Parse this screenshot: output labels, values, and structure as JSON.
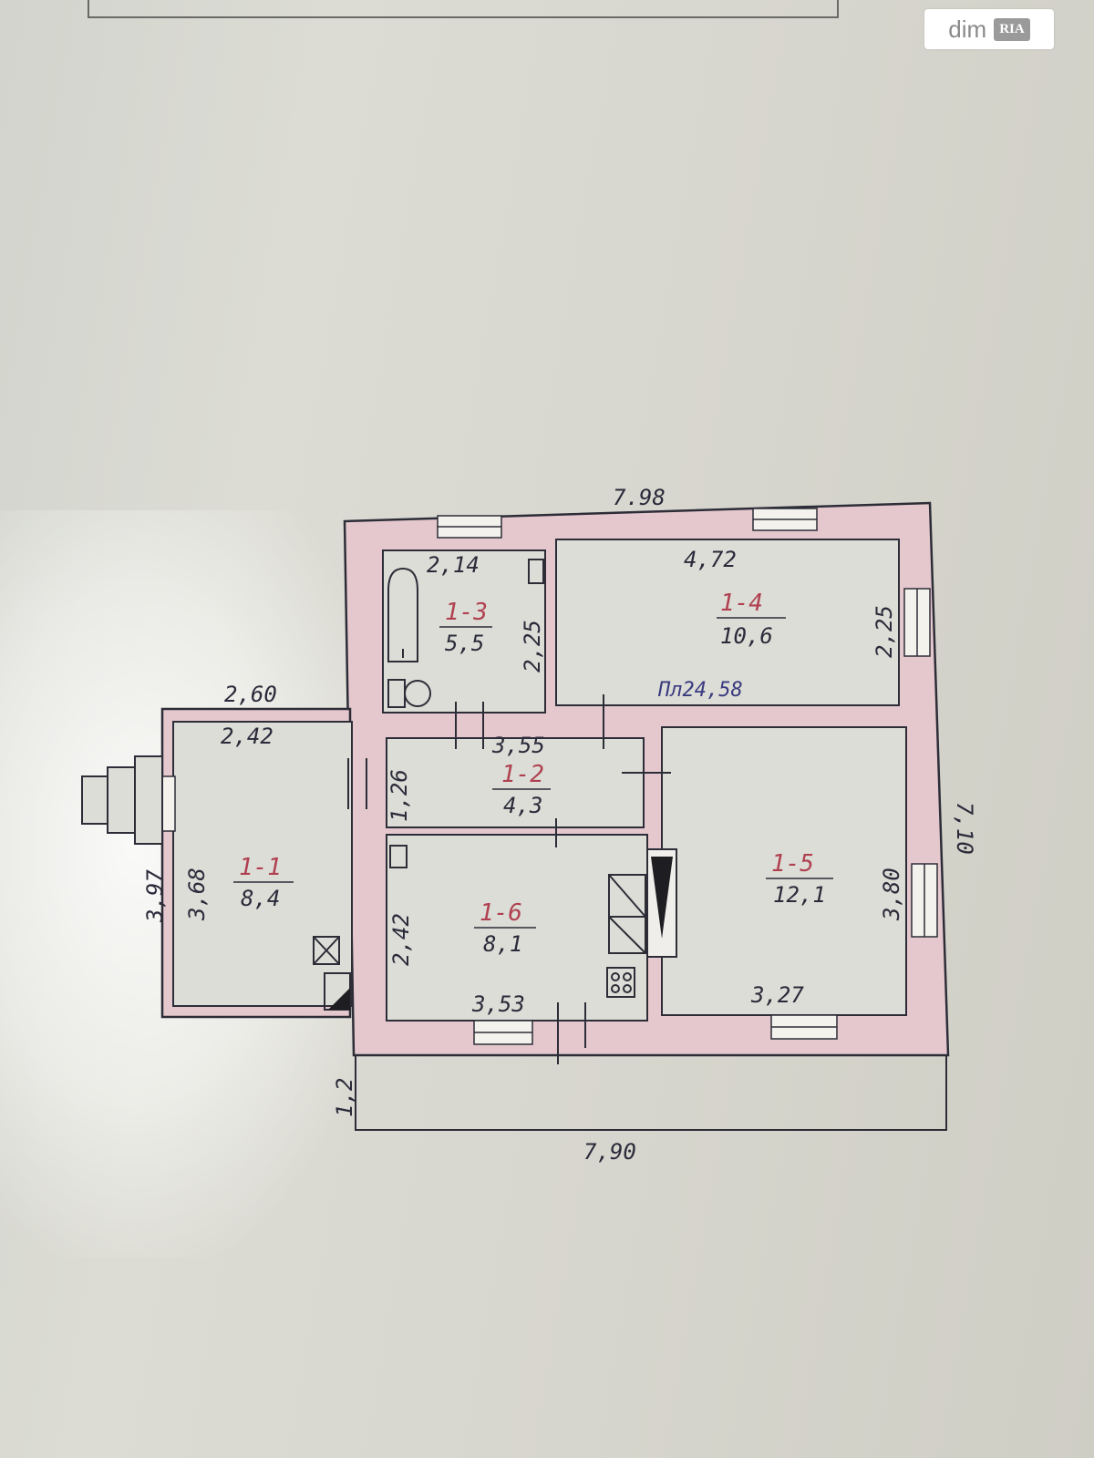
{
  "watermark": {
    "brand": "dim",
    "badge": "RIA"
  },
  "plan": {
    "dims": {
      "top_overall": "7.98",
      "bottom_overall": "7,90",
      "right_overall": "7,10",
      "porch_depth": "1,2",
      "vestibule_outer_top": "2,60",
      "vestibule_outer_left": "3,97"
    },
    "rooms": [
      {
        "code": "1-1",
        "area": "8,4",
        "width": "2,42",
        "height": "3,68"
      },
      {
        "code": "1-2",
        "area": "4,3",
        "width": "3,55",
        "height": "1,26"
      },
      {
        "code": "1-3",
        "area": "5,5",
        "width": "2,14",
        "height": "2,25"
      },
      {
        "code": "1-4",
        "area": "10,6",
        "width": "4,72",
        "height": "2,25"
      },
      {
        "code": "1-5",
        "area": "12,1",
        "width": "3,27",
        "height": "3,80"
      },
      {
        "code": "1-6",
        "area": "8,1",
        "width": "3,53",
        "height": "2,42"
      }
    ],
    "handwritten_note": "Пл24,58"
  },
  "colors": {
    "wall": "#e4c8cd",
    "line": "#2d2d38",
    "room_fill": "#dcddd6",
    "code_red": "#b04050"
  }
}
